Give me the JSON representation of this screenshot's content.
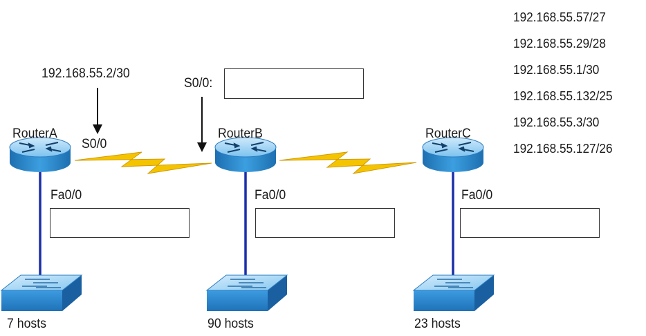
{
  "routers": [
    {
      "name": "RouterA",
      "fa_interface": "Fa0/0",
      "hosts_label": "7 hosts"
    },
    {
      "name": "RouterB",
      "fa_interface": "Fa0/0",
      "hosts_label": "90 hosts"
    },
    {
      "name": "RouterC",
      "fa_interface": "Fa0/0",
      "hosts_label": "23 hosts"
    }
  ],
  "serial_links": {
    "routerA_interface": "S0/0",
    "routerA_address": "192.168.55.2/30",
    "routerB_interface": "S0/0:"
  },
  "answer_options": [
    "192.168.55.57/27",
    "192.168.55.29/28",
    "192.168.55.1/30",
    "192.168.55.132/25",
    "192.168.55.3/30",
    "192.168.55.127/26"
  ],
  "answers": {
    "routerB_s00": "",
    "routerA_fa00": "",
    "routerB_fa00": "",
    "routerC_fa00": ""
  },
  "colors": {
    "router_blue": "#3a9ad9",
    "switch_blue": "#4aa8e6",
    "ethernet_link": "#1b2fa8",
    "serial_bolt": "#f5c400"
  }
}
